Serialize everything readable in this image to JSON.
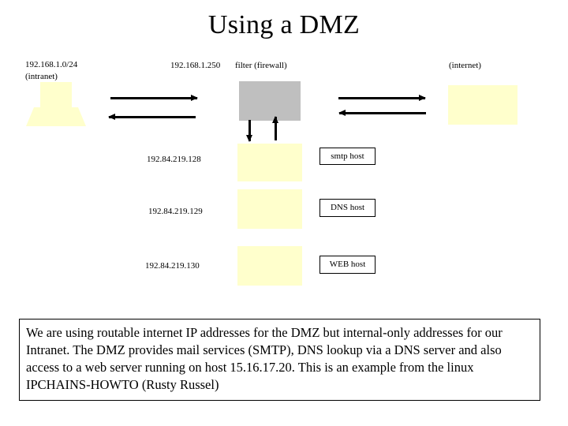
{
  "slide": {
    "title": "Using a DMZ",
    "background_color": "#ffffff"
  },
  "colors": {
    "zone_fill": "#ffffcc",
    "firewall_fill": "#bfbfbf",
    "stroke": "#000000",
    "text": "#000000"
  },
  "nodes": {
    "intranet": {
      "address_label": "192.168.1.0/24",
      "name_label": "(intranet)",
      "shape": "tower"
    },
    "firewall": {
      "interface_label": "192.168.1.250",
      "name_label": "filter (firewall)",
      "shape": "rectangle",
      "fill": "#bfbfbf"
    },
    "internet": {
      "name_label": "(internet)",
      "shape": "rectangle",
      "fill": "#ffffcc"
    }
  },
  "dmz_rows": [
    {
      "address": "192.84.219.128",
      "host": "smtp host"
    },
    {
      "address": "192.84.219.129",
      "host": "DNS host"
    },
    {
      "address": "192.84.219.130",
      "host": "WEB host"
    }
  ],
  "links": {
    "intranet_to_firewall_out": "arrow-right",
    "firewall_to_intranet_in": "arrow-left",
    "firewall_to_internet_out": "arrow-right",
    "internet_to_firewall_in": "arrow-left",
    "firewall_to_dmz_down": "arrow-down",
    "dmz_to_firewall_up": "arrow-up"
  },
  "note": {
    "text": "We are using routable internet IP addresses for the DMZ but internal-only addresses for our Intranet. The DMZ provides mail services (SMTP), DNS lookup via a DNS server and also access to a web server running on host 15.16.17.20. This is an example from the linux IPCHAINS-HOWTO (Rusty Russel)"
  }
}
